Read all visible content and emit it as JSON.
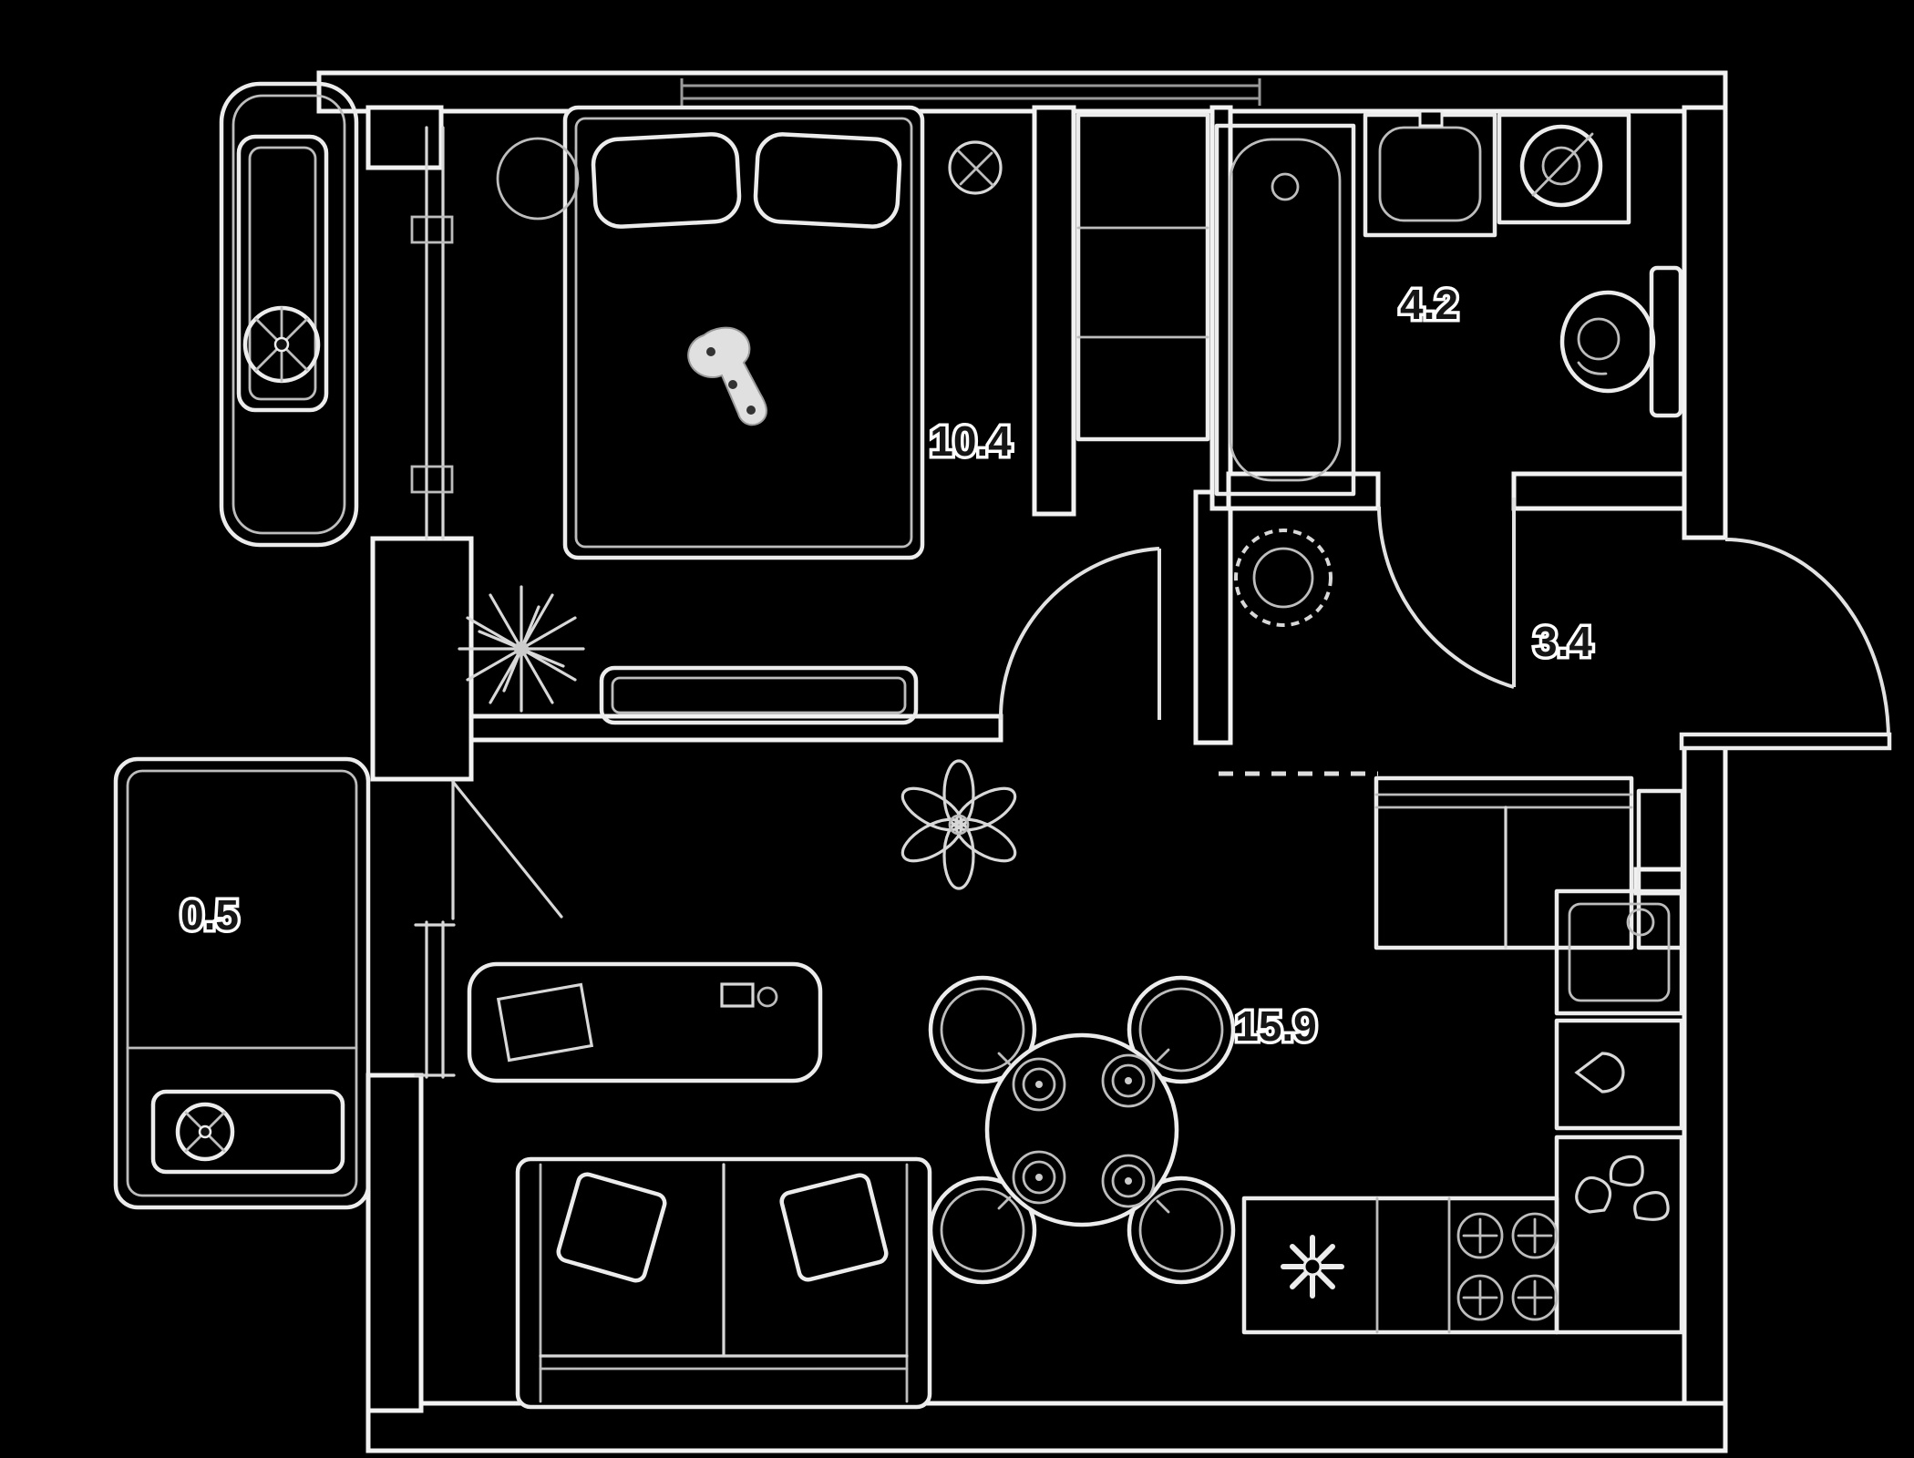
{
  "rooms": {
    "bedroom": {
      "area": "10.4"
    },
    "bathroom": {
      "area": "4.2"
    },
    "hallway": {
      "area": "3.4"
    },
    "balcony": {
      "area": "0.5"
    },
    "living_kitchen": {
      "area": "15.9"
    }
  },
  "colors": {
    "background": "#000000",
    "wall_line": "#f2f2f2",
    "furniture_line": "#ececec",
    "label_text": "#161616",
    "label_halo": "#ffffff"
  }
}
